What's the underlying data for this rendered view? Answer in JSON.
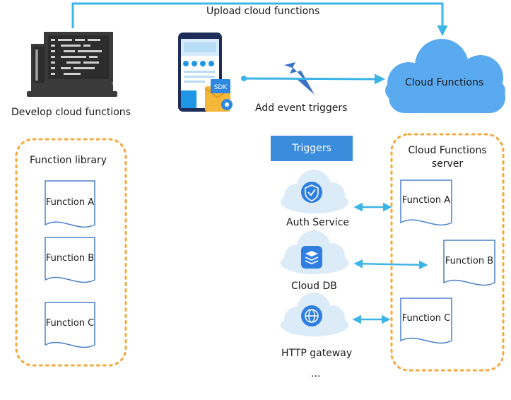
{
  "labels": {
    "upload": "Upload cloud functions",
    "develop": "Develop cloud functions",
    "add_triggers": "Add event triggers",
    "cloud_functions": "Cloud Functions",
    "function_library": "Function library",
    "triggers": "Triggers",
    "server_line1": "Cloud Functions",
    "server_line2": "server",
    "auth": "Auth Service",
    "clouddb": "Cloud DB",
    "http": "HTTP gateway",
    "more": "...",
    "sdk": "SDK"
  },
  "library_functions": [
    "Function A",
    "Function B",
    "Function C"
  ],
  "server_functions": [
    "Function A",
    "Function B",
    "Function C"
  ],
  "colors": {
    "arrow": "#3cb4e6",
    "dashed_border": "#f5a93c",
    "trigger_box": "#3c8cdc",
    "cloud_big": "#5aaaf0",
    "cloud_small": "#dcebf8",
    "service_icon": "#2f7ee0",
    "document_stroke": "#4a82c8",
    "laptop": "#3a3a3a"
  },
  "icons": [
    "laptop-code-icon",
    "phone-sdk-icon",
    "lightning-icon",
    "shield-check-icon",
    "database-icon",
    "globe-icon"
  ]
}
